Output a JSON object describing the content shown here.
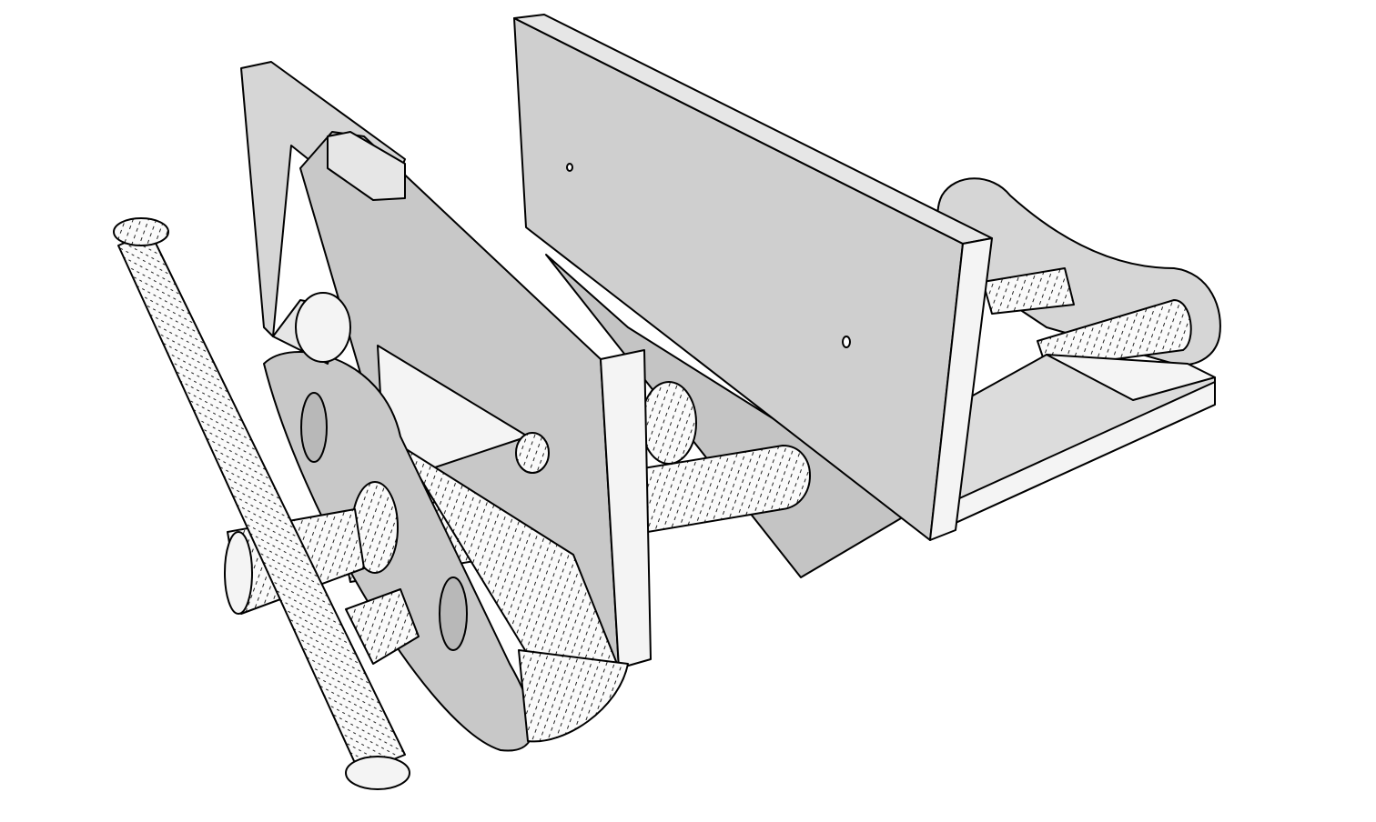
{
  "colors": {
    "background": "#ffffff",
    "face_light": "#f4f4f4",
    "face_mid": "#d6d6d6",
    "face_dark": "#c4c4c4",
    "edge": "#000000"
  },
  "parts": [
    "rear-jaw",
    "rear-jaw-lower-block",
    "right-bracket",
    "base-plate",
    "front-jaw",
    "front-flange",
    "main-screw",
    "guide-screw",
    "tommy-bar",
    "handle-hub",
    "quick-release-lever"
  ]
}
